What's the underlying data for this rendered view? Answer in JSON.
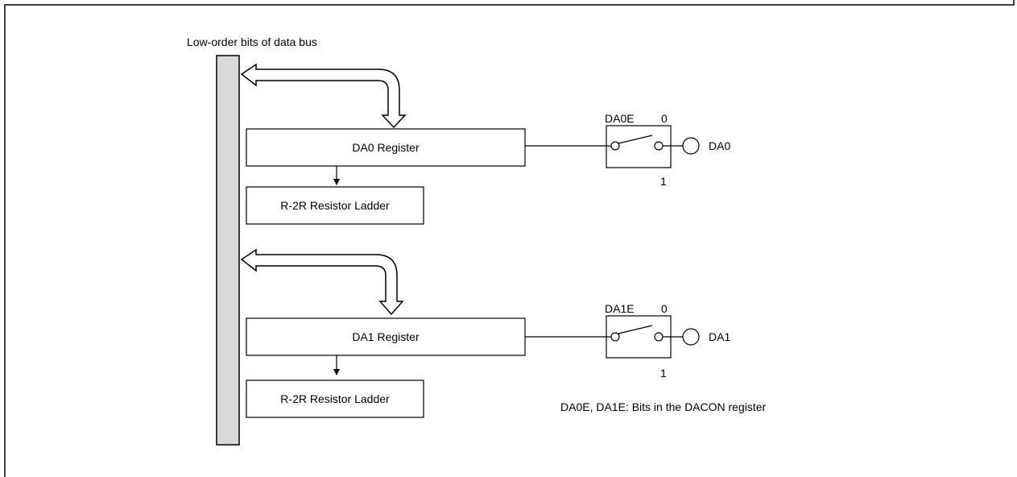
{
  "bus_label": "Low-order bits of data bus",
  "channels": [
    {
      "register_label": "DA0 Register",
      "ladder_label": "R-2R Resistor Ladder",
      "switch_bit": "DA0E",
      "state_off": "0",
      "state_on": "1",
      "output_label": "DA0"
    },
    {
      "register_label": "DA1 Register",
      "ladder_label": "R-2R Resistor Ladder",
      "switch_bit": "DA1E",
      "state_off": "0",
      "state_on": "1",
      "output_label": "DA1"
    }
  ],
  "note": "DA0E, DA1E: Bits in the DACON register",
  "colors": {
    "bus_fill": "#d9d9d9",
    "stroke": "#000000",
    "background": "#ffffff"
  }
}
